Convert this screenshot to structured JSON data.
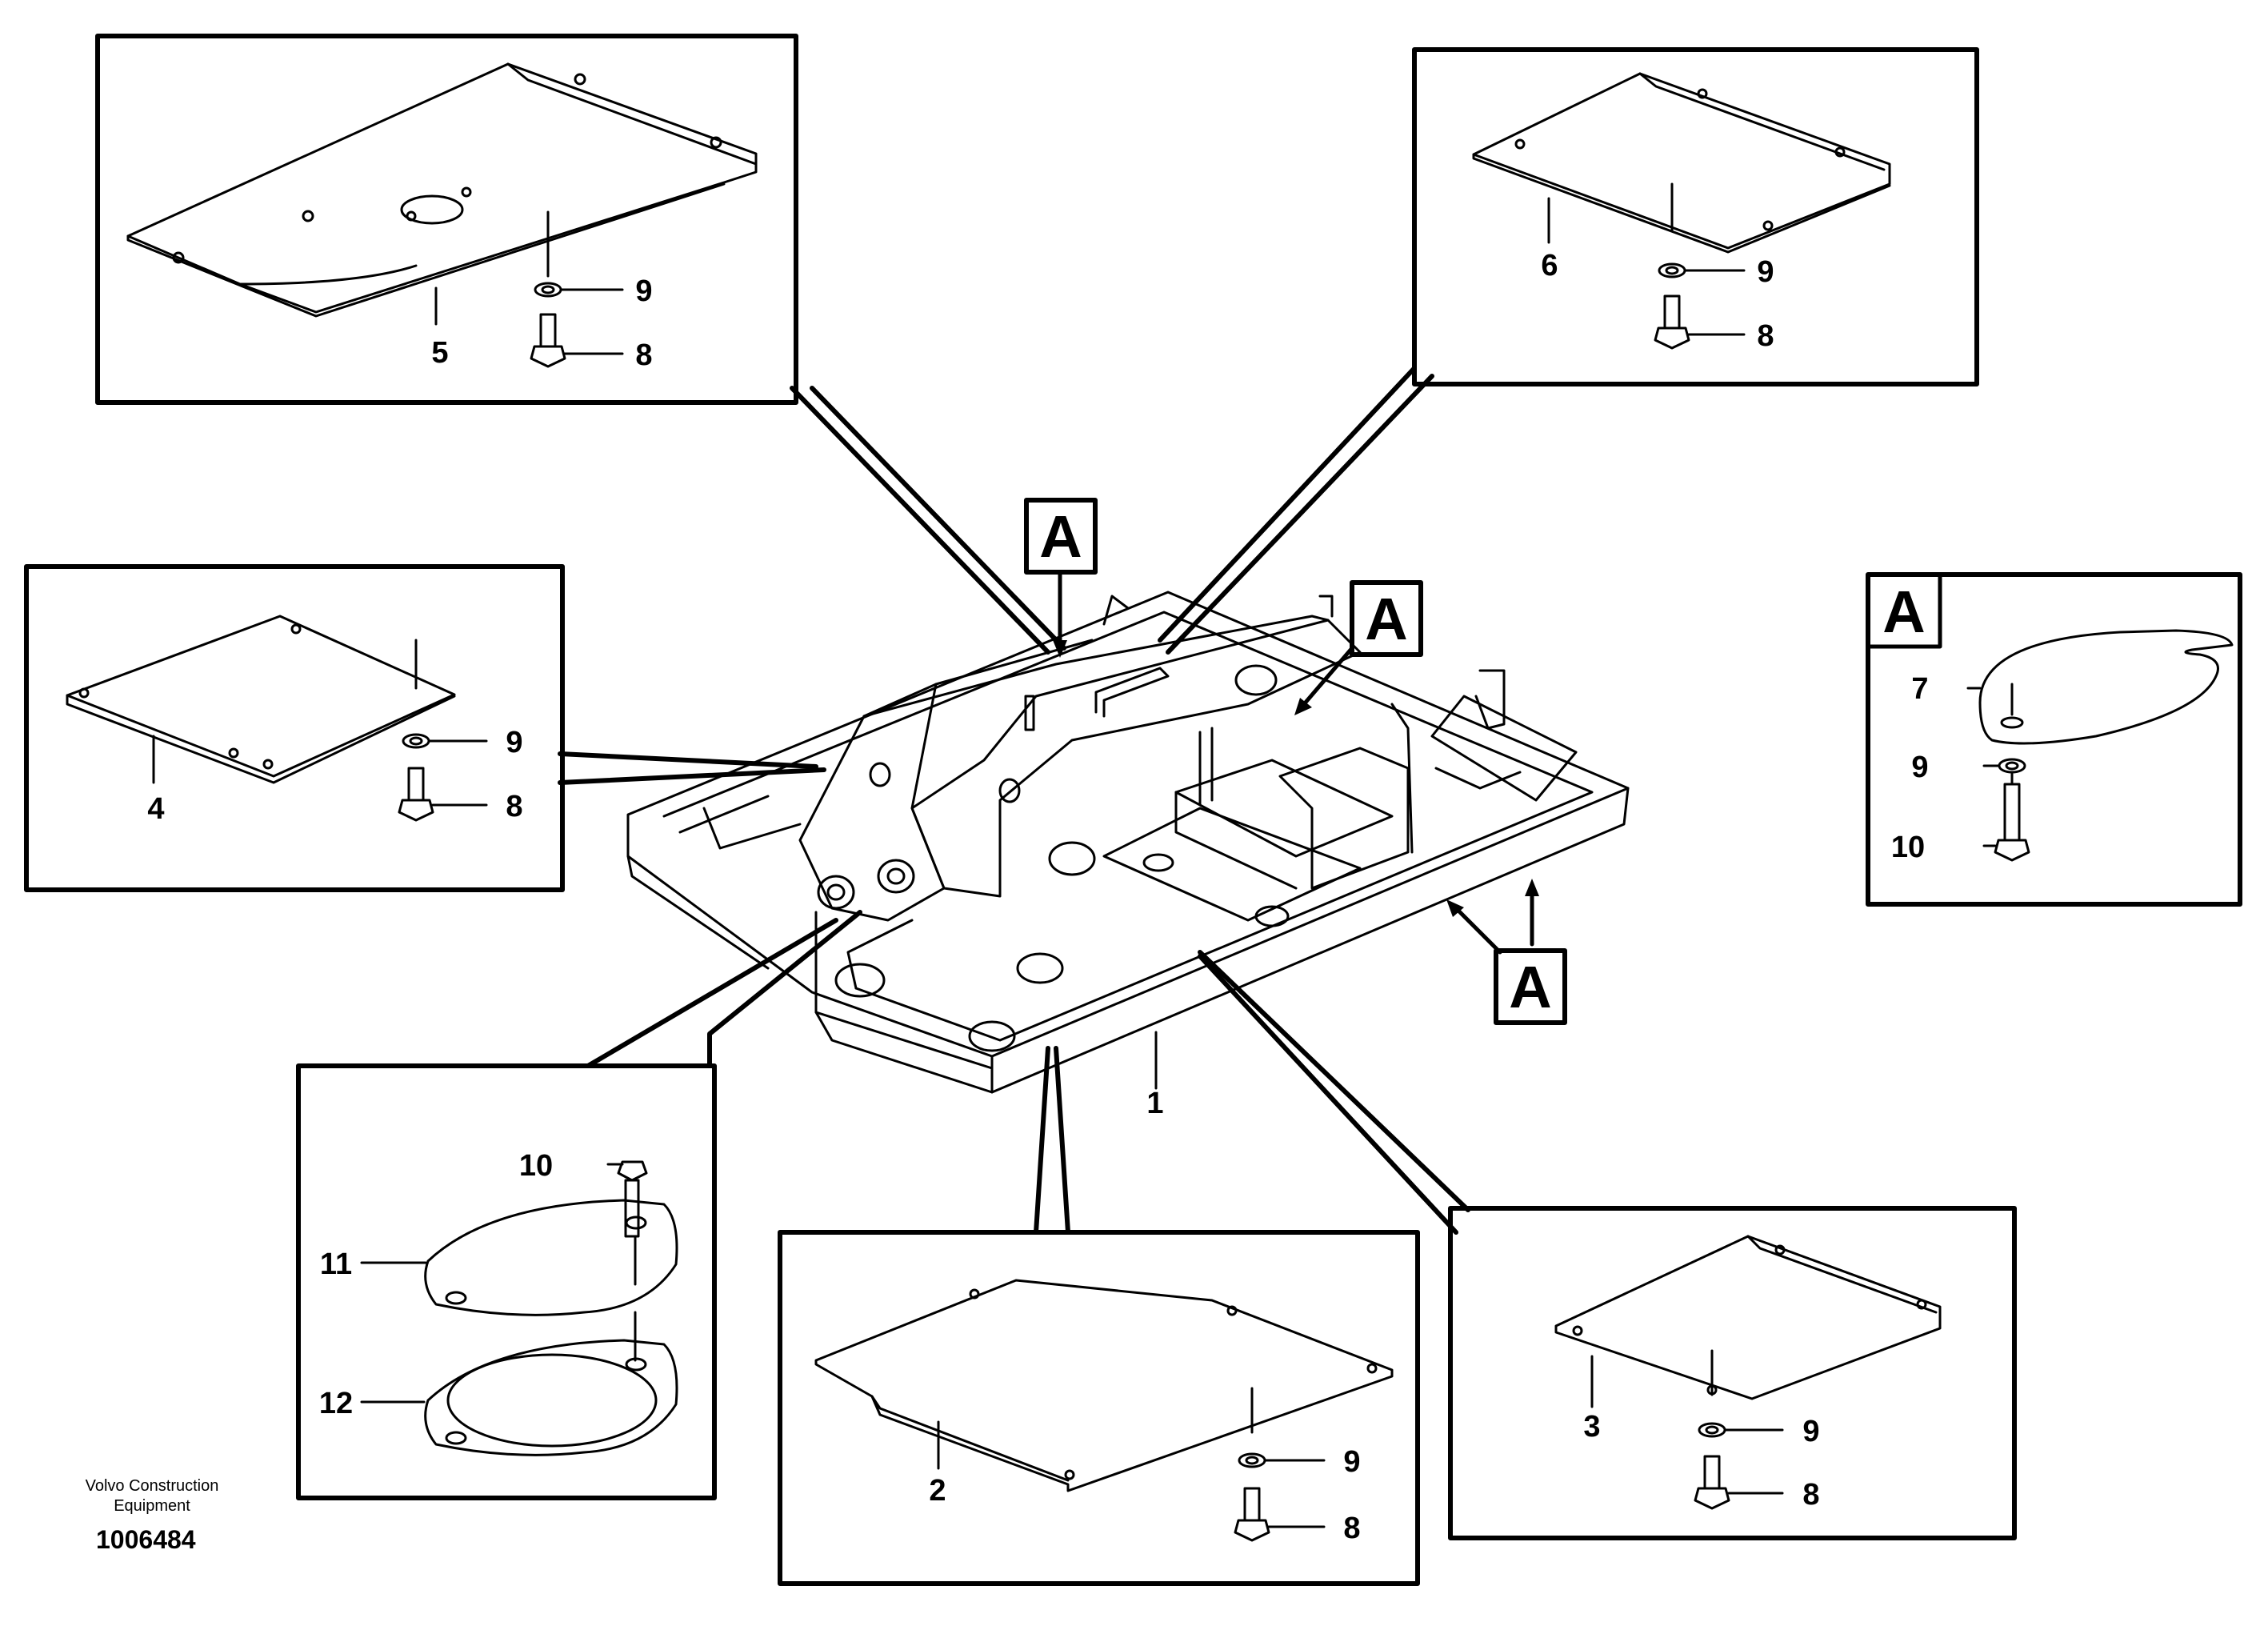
{
  "publisher": "Volvo Construction Equipment",
  "drawing_number": "1006484",
  "view_marker": "A",
  "detail_view_a": {
    "title": "A",
    "callouts": [
      "7",
      "9",
      "10"
    ]
  },
  "callouts": {
    "frame": "1",
    "panel_2": "2",
    "panel_3": "3",
    "panel_4": "4",
    "panel_5": "5",
    "panel_6": "6",
    "cover_7": "7",
    "screw_8": "8",
    "washer_9": "9",
    "screw_10": "10",
    "cover_11": "11",
    "gasket_12": "12"
  }
}
